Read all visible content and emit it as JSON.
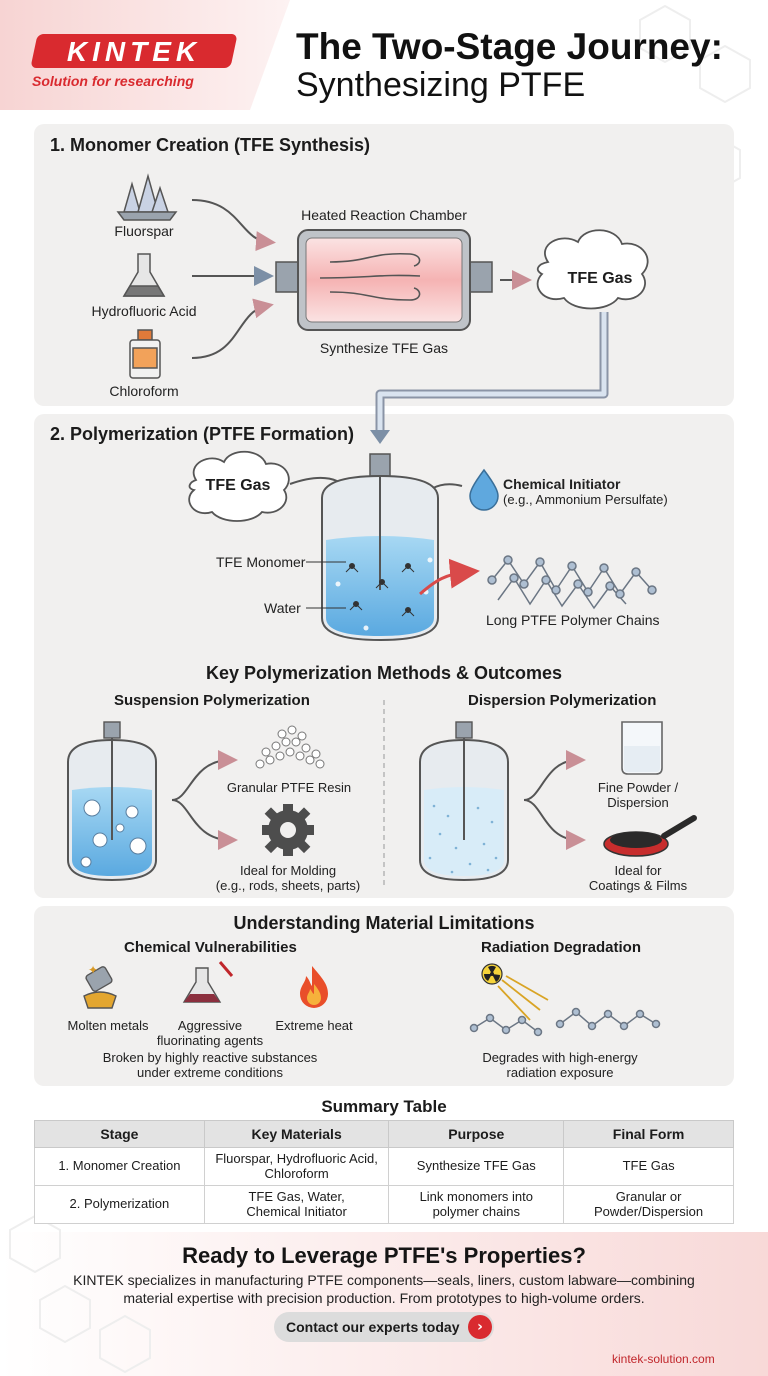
{
  "brand": {
    "logo": "KINTEK",
    "tagline": "Solution for researching",
    "website": "kintek-solution.com"
  },
  "title": {
    "line1": "The Two-Stage Journey:",
    "line2": "Synthesizing PTFE"
  },
  "stage1": {
    "heading": "1. Monomer Creation (TFE Synthesis)",
    "inputs": [
      "Fluorspar",
      "Hydrofluoric Acid",
      "Chloroform"
    ],
    "chamber_label": "Heated Reaction Chamber",
    "chamber_caption": "Synthesize TFE Gas",
    "output": "TFE Gas"
  },
  "stage2": {
    "heading": "2. Polymerization (PTFE Formation)",
    "gas_label": "TFE Gas",
    "initiator_label": "Chemical Initiator",
    "initiator_example": "(e.g., Ammonium Persulfate)",
    "monomer_label": "TFE Monomer",
    "water_label": "Water",
    "chains_label": "Long PTFE Polymer Chains"
  },
  "methods": {
    "heading": "Key Polymerization Methods & Outcomes",
    "suspension": {
      "title": "Suspension Polymerization",
      "out1": "Granular PTFE Resin",
      "out2_line1": "Ideal for Molding",
      "out2_line2": "(e.g., rods, sheets, parts)"
    },
    "dispersion": {
      "title": "Dispersion Polymerization",
      "out1_line1": "Fine Powder /",
      "out1_line2": "Dispersion",
      "out2_line1": "Ideal for",
      "out2_line2": "Coatings & Films"
    }
  },
  "limits": {
    "heading": "Understanding Material Limitations",
    "chemical": {
      "title": "Chemical Vulnerabilities",
      "items": [
        "Molten metals",
        "Aggressive",
        "fluorinating agents",
        "Extreme heat"
      ],
      "note_line1": "Broken by highly reactive substances",
      "note_line2": "under extreme conditions"
    },
    "radiation": {
      "title": "Radiation Degradation",
      "note_line1": "Degrades with high-energy",
      "note_line2": "radiation exposure"
    }
  },
  "summary": {
    "heading": "Summary Table",
    "headers": [
      "Stage",
      "Key Materials",
      "Purpose",
      "Final Form"
    ],
    "rows": [
      [
        [
          "1. Monomer Creation"
        ],
        [
          "Fluorspar, Hydrofluoric Acid,",
          "Chloroform"
        ],
        [
          "Synthesize TFE Gas"
        ],
        [
          "TFE Gas"
        ]
      ],
      [
        [
          "2. Polymerization"
        ],
        [
          "TFE Gas, Water,",
          "Chemical Initiator"
        ],
        [
          "Link monomers into",
          "polymer chains"
        ],
        [
          "Granular or",
          "Powder/Dispersion"
        ]
      ]
    ]
  },
  "cta": {
    "heading": "Ready to Leverage PTFE's Properties?",
    "body_line1": "KINTEK specializes in manufacturing PTFE components—seals, liners, custom labware—combining",
    "body_line2": "material expertise with precision production. From prototypes to high-volume orders.",
    "button": "Contact our experts today"
  },
  "colors": {
    "brand_red": "#d92a2f",
    "panel": "#f1f0ef",
    "water": "#7cc1ea",
    "pink": "#f3b7b6"
  }
}
